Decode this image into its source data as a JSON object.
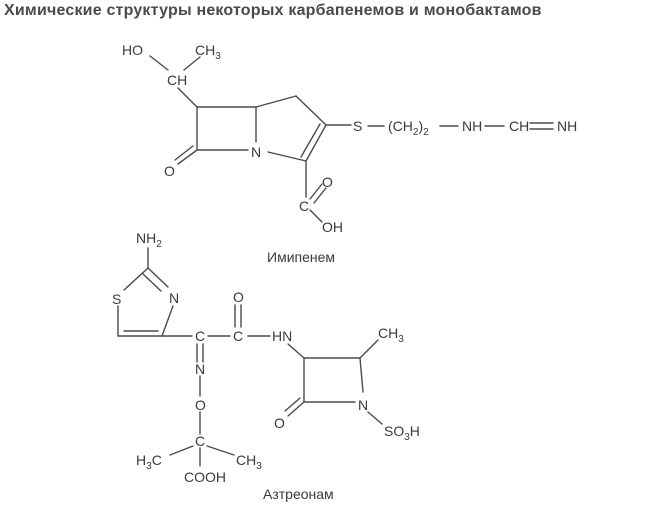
{
  "title": "Химические структуры некоторых карбапенемов и монобактамов",
  "imipenem": {
    "caption": "Имипенем",
    "HO": "HO",
    "CH": "CH",
    "N": "N",
    "O": "O",
    "S": "S",
    "chain_left": "(CH",
    "chain_sub": "2",
    "chain_right": ")",
    "chain_count": "2",
    "NH": "NH",
    "CH2": "CH",
    "eqNH": "NH",
    "acid_O": "O",
    "acid_C": "C",
    "acid_OH": "OH",
    "methyl_C": "CH",
    "methyl_sub": "3"
  },
  "aztreonam": {
    "caption": "Азтреонам",
    "NH2": "NH",
    "NH2_sub": "2",
    "S": "S",
    "N_ring": "N",
    "C1": "C",
    "C2": "C",
    "O_top": "O",
    "HN": "HN",
    "CH3": "CH",
    "CH3_sub": "3",
    "N_oxime": "N",
    "O_oxime": "O",
    "C_quat": "C",
    "H3C": "H",
    "H3C_sub": "3",
    "H3C_c": "C",
    "CH3b": "CH",
    "CH3b_sub": "3",
    "COOH": "COOH",
    "O_lactam": "O",
    "N_lactam": "N",
    "SO3H_a": "SO",
    "SO3H_sub": "3",
    "SO3H_b": "H"
  }
}
